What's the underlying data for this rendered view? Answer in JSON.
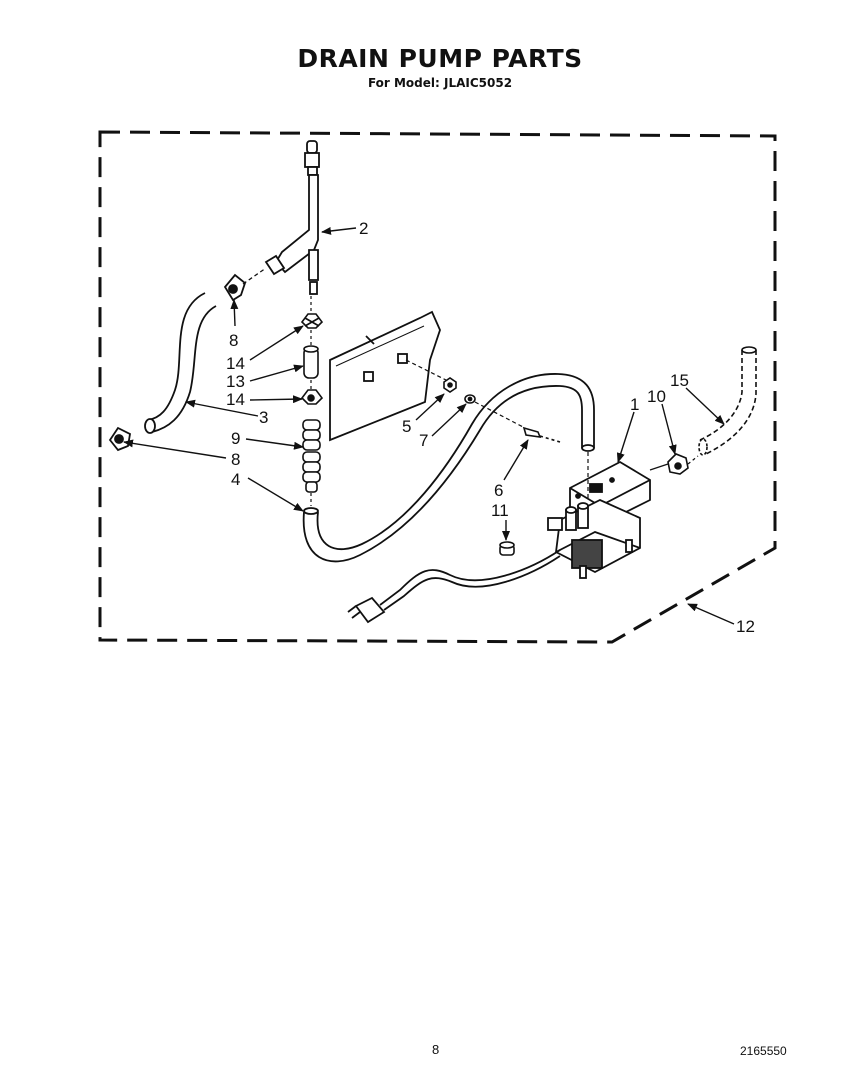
{
  "header": {
    "title": "DRAIN PUMP PARTS",
    "subtitle": "For Model: JLAIC5052"
  },
  "callouts": {
    "c1": "1",
    "c2": "2",
    "c3": "3",
    "c4": "4",
    "c5": "5",
    "c6": "6",
    "c7": "7",
    "c8a": "8",
    "c8b": "8",
    "c9": "9",
    "c10": "10",
    "c11": "11",
    "c12": "12",
    "c13": "13",
    "c14a": "14",
    "c14b": "14",
    "c15": "15"
  },
  "footer": {
    "page_number": "8",
    "document_number": "2165550"
  }
}
